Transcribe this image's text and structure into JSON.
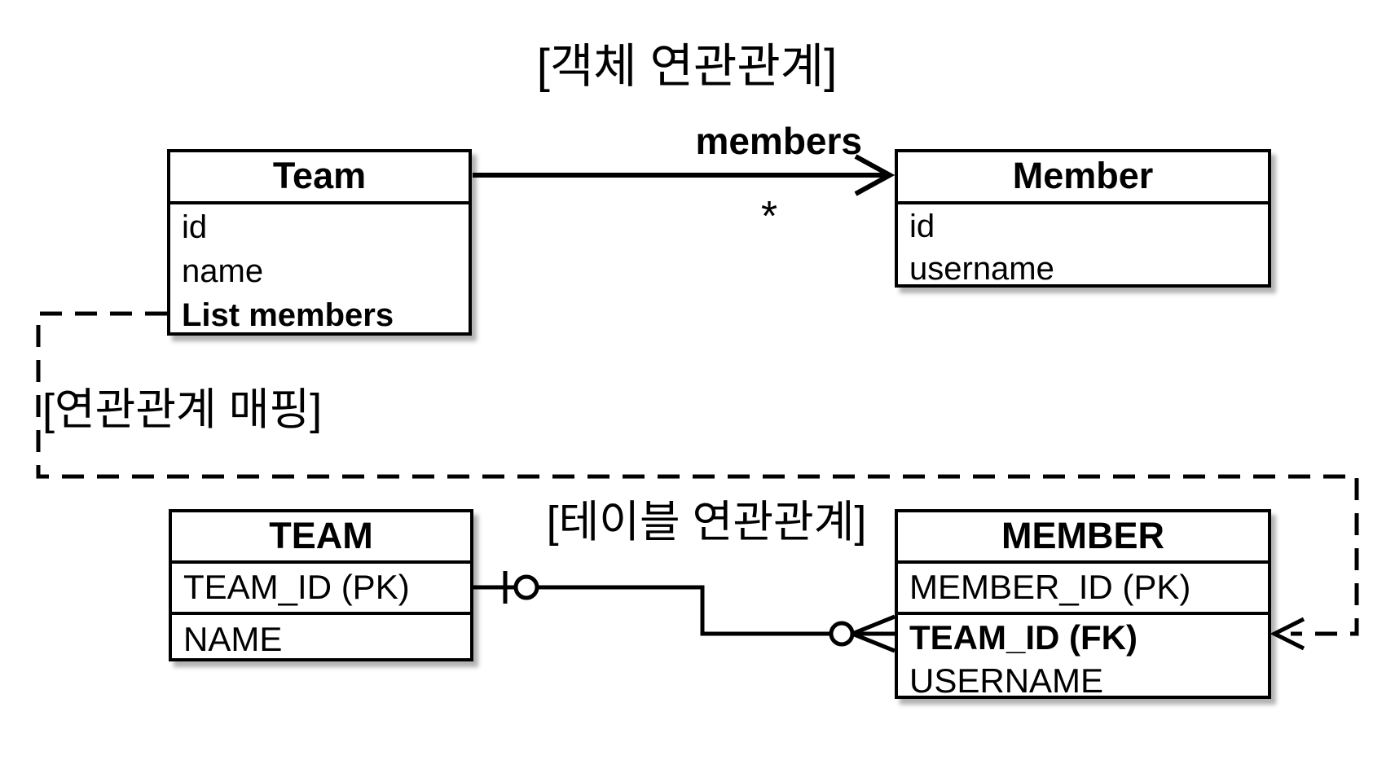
{
  "colors": {
    "ink": "#000000",
    "paper": "#ffffff"
  },
  "object_section": {
    "title": "[객체 연관관계]",
    "team": {
      "title": "Team",
      "field1": "id",
      "field2": "name",
      "field3": "List members"
    },
    "association": {
      "label": "members",
      "multiplicity": "*"
    },
    "member": {
      "title": "Member",
      "field1": "id",
      "field2": "username"
    }
  },
  "mapping": {
    "label": "[연관관계 매핑]"
  },
  "table_section": {
    "title": "[테이블 연관관계]",
    "team": {
      "title": "TEAM",
      "row1": "TEAM_ID (PK)",
      "row2": "NAME"
    },
    "member": {
      "title": "MEMBER",
      "row1": "MEMBER_ID (PK)",
      "row2": "TEAM_ID (FK)",
      "row3": "USERNAME"
    }
  }
}
